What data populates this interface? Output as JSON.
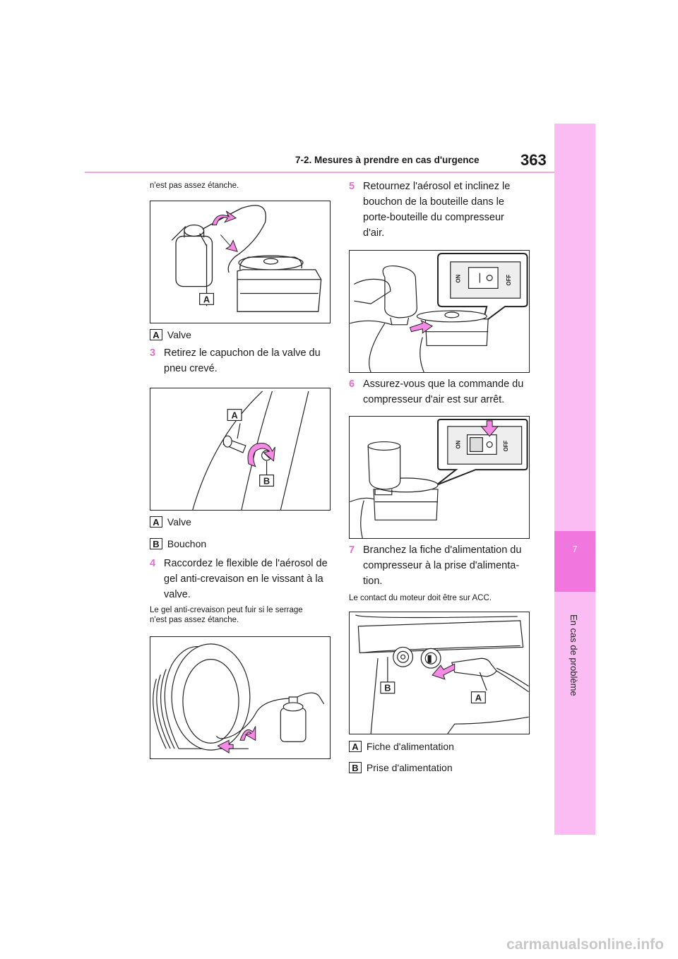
{
  "header": {
    "section_title": "7-2. Mesures à prendre en cas d'urgence",
    "page_number": "363"
  },
  "side_tab": {
    "chapter_number": "7",
    "chapter_title": "En cas de problème"
  },
  "left": {
    "top_note": "n'est pas assez étanche.",
    "fig1": {
      "callouts": [
        "A"
      ]
    },
    "legend1": [
      {
        "letter": "A",
        "text": "Valve"
      }
    ],
    "step3": {
      "number": "3",
      "lines": [
        "Retirez le capuchon de la valve du",
        "pneu crevé."
      ]
    },
    "fig2": {
      "callouts": [
        "A",
        "B"
      ]
    },
    "legend2": [
      {
        "letter": "A",
        "text": "Valve"
      },
      {
        "letter": "B",
        "text": "Bouchon"
      }
    ],
    "step4": {
      "number": "4",
      "lines": [
        "Raccordez le flexible de l'aérosol de",
        "gel anti-crevaison en le vissant à la",
        "valve."
      ]
    },
    "note4": [
      "Le gel anti-crevaison peut fuir si le serrage",
      "n'est pas assez étanche."
    ]
  },
  "right": {
    "step5": {
      "number": "5",
      "lines": [
        "Retournez l'aérosol et inclinez le",
        "bouchon de la bouteille dans le",
        "porte-bouteille du compresseur",
        "d'air."
      ]
    },
    "fig4": {
      "switch_on": "ON",
      "switch_off": "OFF"
    },
    "step6": {
      "number": "6",
      "lines": [
        "Assurez-vous que la commande du",
        "compresseur d'air est sur arrêt."
      ]
    },
    "fig5": {
      "switch_on": "ON",
      "switch_off": "OFF"
    },
    "step7": {
      "number": "7",
      "lines": [
        "Branchez la fiche d'alimentation du",
        "compresseur à la prise d'alimenta-",
        "tion."
      ]
    },
    "note7": "Le contact du moteur doit être sur ACC.",
    "fig6": {
      "callouts": [
        "B",
        "A"
      ]
    },
    "legend3": [
      {
        "letter": "A",
        "text": "Fiche d'alimentation"
      },
      {
        "letter": "B",
        "text": "Prise d'alimentation"
      }
    ]
  },
  "watermark": "carmanualsonline.info",
  "colors": {
    "accent_pink": "#f176de",
    "tab_pink": "#fbbcf3",
    "rule_pink": "#f1a6e6",
    "step_number": "#e070d0"
  }
}
